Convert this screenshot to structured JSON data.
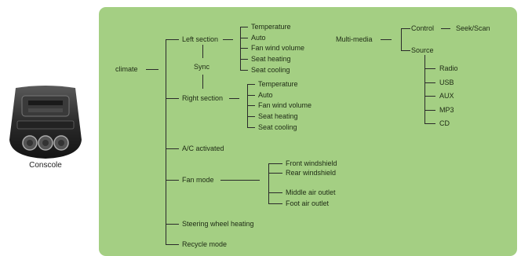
{
  "console": {
    "caption": "Conscole"
  },
  "tree": {
    "root": "climate",
    "left_section": {
      "label": "Left section",
      "items": [
        "Temperature",
        "Auto",
        "Fan wind volume",
        "Seat heating",
        "Seat cooling"
      ]
    },
    "sync": "Sync",
    "right_section": {
      "label": "Right section",
      "items": [
        "Temperature",
        "Auto",
        "Fan wind volume",
        "Seat heating",
        "Seat cooling"
      ]
    },
    "ac_activated": "A/C activated",
    "fan_mode": {
      "label": "Fan mode",
      "items": [
        "Front windshield",
        "Rear windshield",
        "Middle air outlet",
        "Foot air outlet"
      ]
    },
    "steering_wheel_heating": "Steering wheel heating",
    "recycle_mode": "Recycle mode",
    "multimedia": {
      "label": "Multi-media",
      "control": {
        "label": "Control",
        "child": "Seek/Scan"
      },
      "source": {
        "label": "Source",
        "items": [
          "Radio",
          "USB",
          "AUX",
          "MP3",
          "CD"
        ]
      }
    }
  }
}
